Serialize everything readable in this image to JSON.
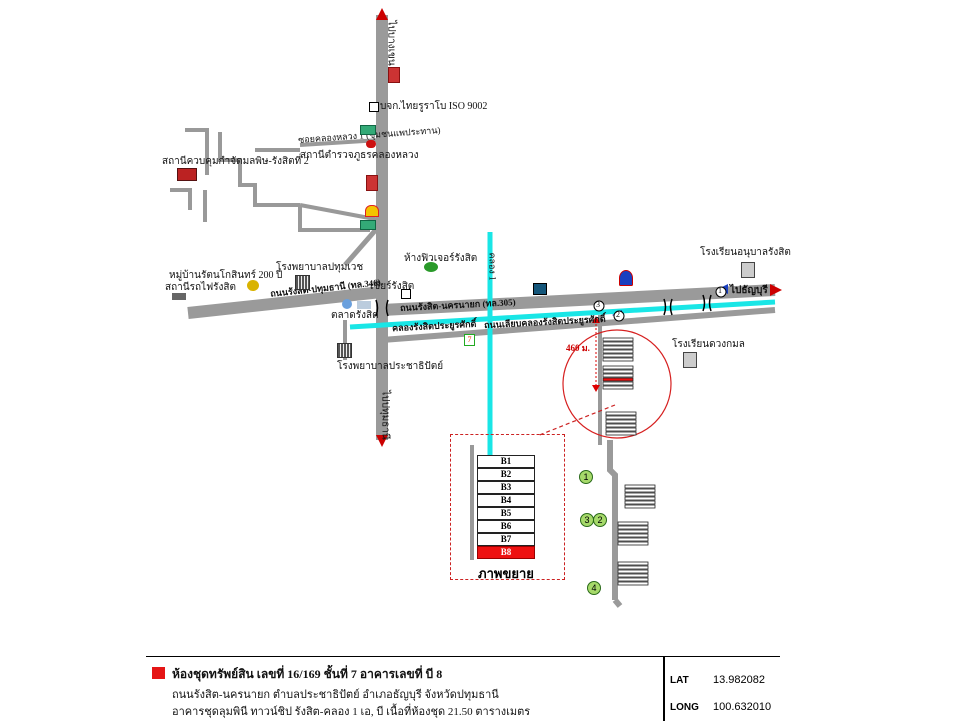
{
  "map": {
    "roads": {
      "to_bangkhen": "ไปบางเขน",
      "to_pathum_thani": "ไปปทุมธานี",
      "to_thanyaburi": "ไปธัญบุรี",
      "rangsit_pathum": "ถนนรังสิต-ปทุมธานี (ทล.346)",
      "rangsit_nakhon_nayok": "ถนนรังสิต-นครนายก (ทล.305)",
      "soi_khlong_luang": "ซอยคลองหลวง 1 (ชุมชนแพประทาน)",
      "canal_road": "ถนนเลียบคลองรังสิตประยูรศักดิ์",
      "canal": "คลองรังสิตประยูรศักดิ์",
      "khlong_1": "คลอง 1"
    },
    "places": {
      "thai_rubber": "บจก.ไทยรูราโบ ISO 9002",
      "police_station": "สถานีตำรวจภูธรคลองหลวง",
      "fire_station": "สถานีควบคุมกำจัดมลพิษ-รังสิตที่ 2",
      "rangsit_village": "หมู่บ้านรัตนโกสินทร์ 200 ปี",
      "rangsit_station": "สถานีรถไฟรังสิต",
      "pathum_hospital": "โรงพยาบาลปทุมเวช",
      "future_park": "ห้างฟิวเจอร์รังสิต",
      "zeer_rangsit": "เซียร์รังสิต",
      "market": "ตลาดรังสิต",
      "prachathipat_hospital": "โรงพยาบาลประชาธิปัตย์",
      "school_1": "โรงเรียนอนุบาลรังสิต",
      "school_2": "โรงเรียนดวงกมล",
      "distance": "460 ม."
    },
    "markers": [
      "1",
      "2",
      "3",
      "4"
    ],
    "circle_markers": [
      "1",
      "2",
      "3"
    ]
  },
  "inset": {
    "title": "ภาพขยาย",
    "buildings": [
      "B1",
      "B2",
      "B3",
      "B4",
      "B5",
      "B6",
      "B7",
      "B8"
    ],
    "selected": "B8"
  },
  "info": {
    "line1": "ห้องชุดทรัพย์สิน เลขที่ 16/169 ชั้นที่ 7 อาคารเลขที่ บี 8",
    "line2": "ถนนรังสิต-นครนายก ตำบลประชาธิปัตย์ อำเภอธัญบุรี จังหวัดปทุมธานี",
    "line3": "อาคารชุดลุมพินี ทาวน์ชิป รังสิต-คลอง 1 เอ, บี เนื้อที่ห้องชุด 21.50 ตารางเมตร",
    "lat_label": "LAT",
    "lat_value": "13.982082",
    "long_label": "LONG",
    "long_value": "100.632010"
  },
  "colors": {
    "road": "#9a9a9a",
    "canal": "#19e6e6",
    "highlight": "#e11111",
    "marker": "#a6d96a"
  }
}
